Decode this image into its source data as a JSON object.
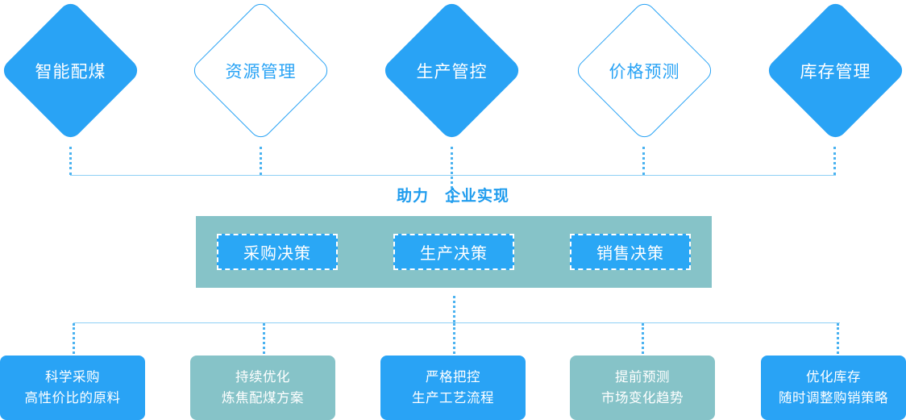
{
  "top_nodes": [
    {
      "label": "智能配煤",
      "style": "filled"
    },
    {
      "label": "资源管理",
      "style": "outline"
    },
    {
      "label": "生产管控",
      "style": "filled"
    },
    {
      "label": "价格预测",
      "style": "outline"
    },
    {
      "label": "库存管理",
      "style": "filled"
    }
  ],
  "caption": {
    "left": "助力",
    "right": "企业实现"
  },
  "decisions": [
    "采购决策",
    "生产决策",
    "销售决策"
  ],
  "bottom_nodes": [
    {
      "line1": "科学采购",
      "line2": "高性价比的原料",
      "style": "blue"
    },
    {
      "line1": "持续优化",
      "line2": "炼焦配煤方案",
      "style": "teal"
    },
    {
      "line1": "严格把控",
      "line2": "生产工艺流程",
      "style": "blue"
    },
    {
      "line1": "提前预测",
      "line2": "市场变化趋势",
      "style": "teal"
    },
    {
      "line1": "优化库存",
      "line2": "随时调整购销策略",
      "style": "blue"
    }
  ],
  "colors": {
    "blue": "#29a3f5",
    "teal": "#86c3c8",
    "line": "#8fd0f5"
  }
}
